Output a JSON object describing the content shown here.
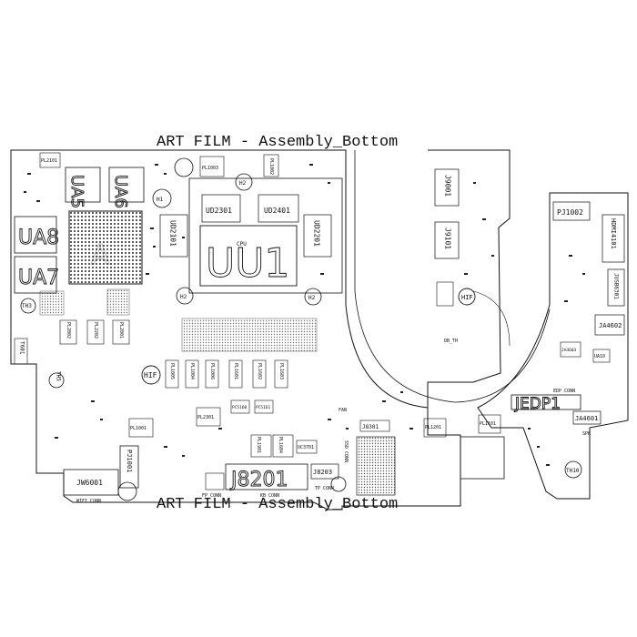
{
  "titles": {
    "top": "ART FILM - Assembly_Bottom",
    "bottom": "ART FILM - Assembly_Bottom"
  },
  "large_labels": {
    "cpu": "UU1",
    "ua5": "UA5",
    "ua6": "UA6",
    "ua8": "UA8",
    "ua7": "UA7",
    "j8201": "J8201",
    "jedp1": "JEDP1"
  },
  "medium_labels": {
    "ud2301": "UD2301",
    "ud2401": "UD2401",
    "ud2101": "UD2101",
    "ud2201": "UD2201",
    "j9001": "J9001",
    "j9101": "J9101",
    "pj1002": "PJ1002",
    "hdmi4101": "HDMI4101",
    "jusb6301": "JUSB6301",
    "ja4602": "JA4602",
    "ja4601": "JA4601",
    "jw6001": "JW6001",
    "pj1001": "PJ1001",
    "j8301": "J8301",
    "j8203": "J8203",
    "uc3701": "UC3701"
  },
  "small_labels": {
    "pl2101": "PL2101",
    "pl1001": "PL1001",
    "pl1003": "PL1003",
    "pl1002": "PL1002",
    "h1": "H1",
    "h2_top": "H2",
    "h2_a": "H2",
    "h2_b": "H2",
    "th3": "TH3",
    "th5": "TH5",
    "th10": "TH10",
    "t601": "T601",
    "pl2301": "PL2301",
    "pl1201": "PL1201",
    "pl1101": "PL1101",
    "pl2002": "PL2002",
    "pl2202": "PL2202",
    "pl2001": "PL2001",
    "pl1602": "PL1602",
    "pl1901": "PL1901",
    "pl1604": "PL1604",
    "pl1006": "PL1006",
    "pl1601": "PL1601",
    "pl1603": "PL1603",
    "pl1005": "PL1005",
    "pl1004": "PL1004",
    "pc5160": "PC5160",
    "pc5161": "PC5161",
    "db_th": "DB_TH",
    "cpu_tag": "CPU",
    "hif": "HIF",
    "fan": "FAN",
    "spk": "SPK",
    "edp_conn": "EDP CONN",
    "kb_conn": "KB CONN",
    "wifi_conn": "WIFI CONN",
    "ssd_conn": "SSD CONN",
    "tp_conn": "TP CONN",
    "fp_conn": "FP CONN",
    "ssd_label": "SSD",
    "ua10": "UA10",
    "ja4603": "JA4603"
  }
}
